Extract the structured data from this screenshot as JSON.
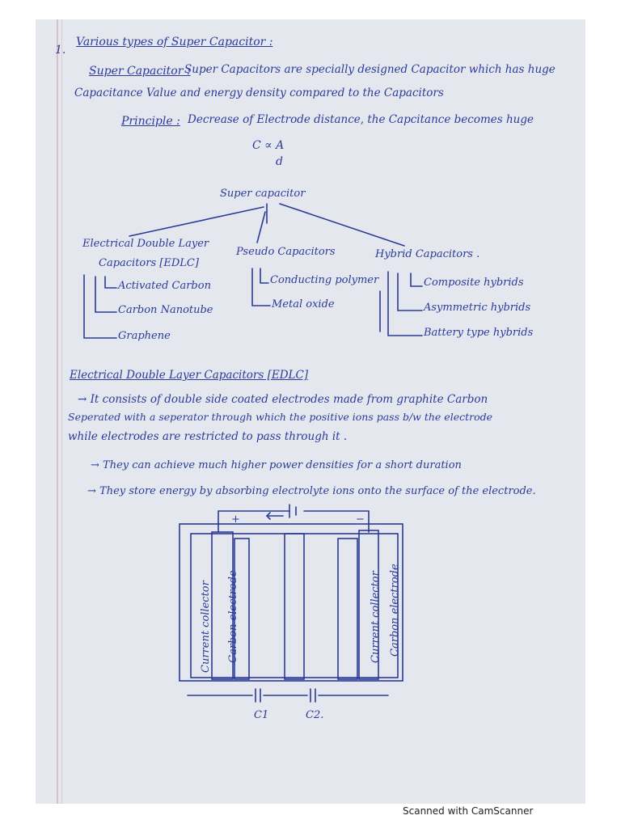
{
  "heading": {
    "number": "1.",
    "title": "Various types of Super Capacitor :"
  },
  "definition": {
    "term": "Super Capacitor :",
    "line1": "Super Capacitors are specially designed Capacitor which has huge",
    "line2": "Capacitance Value and energy density compared to the Capacitors"
  },
  "principle": {
    "label": "Principle :",
    "text": "Decrease of Electrode distance, the Capcitance becomes huge",
    "formula_num": "C ∝ A",
    "formula_den": "d"
  },
  "tree": {
    "root": "Super capacitor",
    "branches": [
      {
        "title_line1": "Electrical Double Layer",
        "title_line2": "Capacitors [EDLC]",
        "children": [
          "Activated Carbon",
          "Carbon Nanotube",
          "Graphene"
        ]
      },
      {
        "title_line1": "Pseudo Capacitors",
        "children": [
          "Conducting polymer",
          "Metal oxide"
        ]
      },
      {
        "title_line1": "Hybrid Capacitors .",
        "children": [
          "Composite hybrids",
          "Asymmetric hybrids",
          "Battery type hybrids"
        ]
      }
    ]
  },
  "edlc_section": {
    "heading": "Electrical Double Layer Capacitors [EDLC]",
    "p1_line1": "→ It consists of double side coated electrodes made from graphite Carbon",
    "p1_line2": "Seperated with a seperator through which the positive ions pass b/w the electrode",
    "p1_line3": "while electrodes are restricted to pass through it .",
    "p2": "→ They can achieve much higher power densities for a short duration",
    "p3": "→ They store energy by absorbing electrolyte ions onto the surface of the electrode."
  },
  "diagram": {
    "plus": "+",
    "minus": "−",
    "left_collector": "Current collector",
    "left_electrode": "Carbon electrode",
    "right_collector": "Current collector",
    "right_electrode": "Carbon electrode",
    "cap1": "C1",
    "cap2": "C2."
  },
  "footer": "Scanned with CamScanner"
}
